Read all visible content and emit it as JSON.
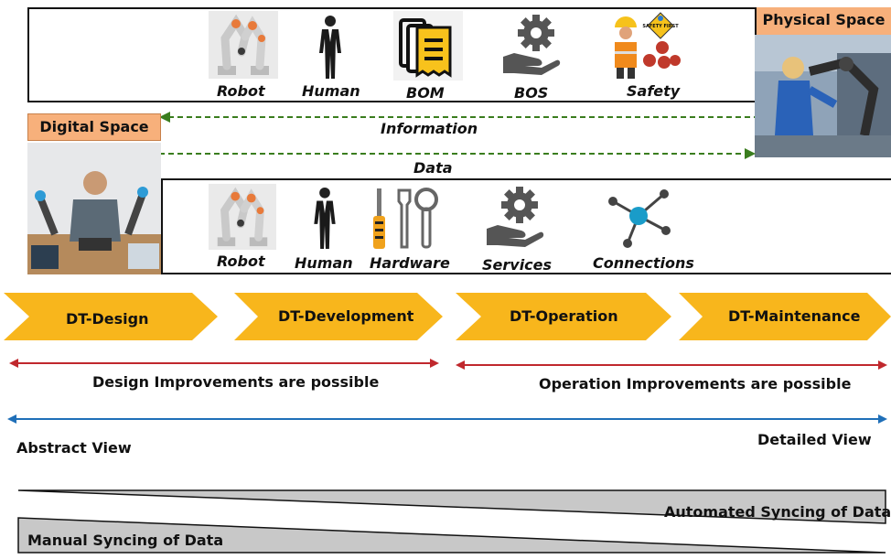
{
  "physical_space": {
    "label": "Physical Space",
    "items": [
      "Robot",
      "Human",
      "BOM",
      "BOS",
      "Safety"
    ]
  },
  "digital_space": {
    "label": "Digital Space",
    "items": [
      "Robot",
      "Human",
      "Hardware",
      "Services",
      "Connections"
    ]
  },
  "flows": {
    "information": "Information",
    "data": "Data"
  },
  "phases": [
    "DT-Design",
    "DT-Development",
    "DT-Operation",
    "DT-Maintenance"
  ],
  "improvements": {
    "design": "Design Improvements are possible",
    "operation": "Operation Improvements are possible"
  },
  "view": {
    "abstract": "Abstract View",
    "detailed": "Detailed View"
  },
  "syncing": {
    "automated": "Automated Syncing of Data",
    "manual": "Manual Syncing of Data"
  },
  "badges": {
    "safety_first": "SAFETY FIRST"
  },
  "colors": {
    "arrow_green": "#3a7d1e",
    "arrow_red": "#c0282d",
    "arrow_blue": "#1f6fb8",
    "phase_fill": "#f8b61c",
    "tag_fill": "#f7b07b",
    "triangle_gray": "#c8c8c8"
  }
}
